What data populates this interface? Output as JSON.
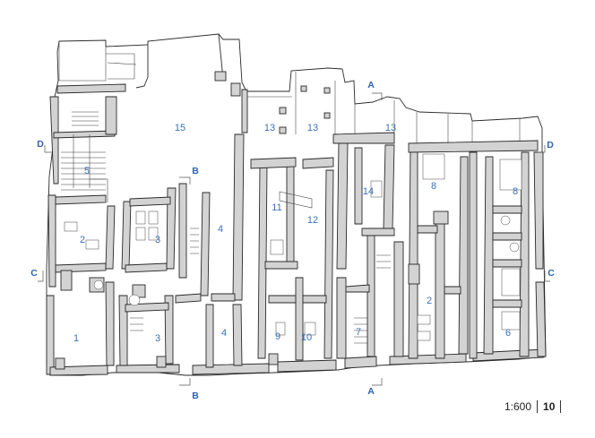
{
  "rooms": [
    {
      "id": "r1",
      "label": "1"
    },
    {
      "id": "r2a",
      "label": "2"
    },
    {
      "id": "r2b",
      "label": "2"
    },
    {
      "id": "r3a",
      "label": "3"
    },
    {
      "id": "r3b",
      "label": "3"
    },
    {
      "id": "r4a",
      "label": "4"
    },
    {
      "id": "r4b",
      "label": "4"
    },
    {
      "id": "r5",
      "label": "5"
    },
    {
      "id": "r6",
      "label": "6"
    },
    {
      "id": "r7",
      "label": "7"
    },
    {
      "id": "r8a",
      "label": "8"
    },
    {
      "id": "r8b",
      "label": "8"
    },
    {
      "id": "r9",
      "label": "9"
    },
    {
      "id": "r10",
      "label": "10"
    },
    {
      "id": "r11",
      "label": "11"
    },
    {
      "id": "r12",
      "label": "12"
    },
    {
      "id": "r13a",
      "label": "13"
    },
    {
      "id": "r13b",
      "label": "13"
    },
    {
      "id": "r13c",
      "label": "13"
    },
    {
      "id": "r14",
      "label": "14"
    },
    {
      "id": "r15",
      "label": "15"
    }
  ],
  "sections": {
    "a_top": "A",
    "a_bottom": "A",
    "b_top": "B",
    "b_bottom": "B",
    "c_left": "C",
    "c_right": "C",
    "d_left": "D",
    "d_right": "D"
  },
  "scale": "1:600",
  "page_number": "10",
  "colors": {
    "label_blue": "#3a72b8",
    "wall_fill": "#d3d3d3",
    "line": "#2a2a2a"
  }
}
